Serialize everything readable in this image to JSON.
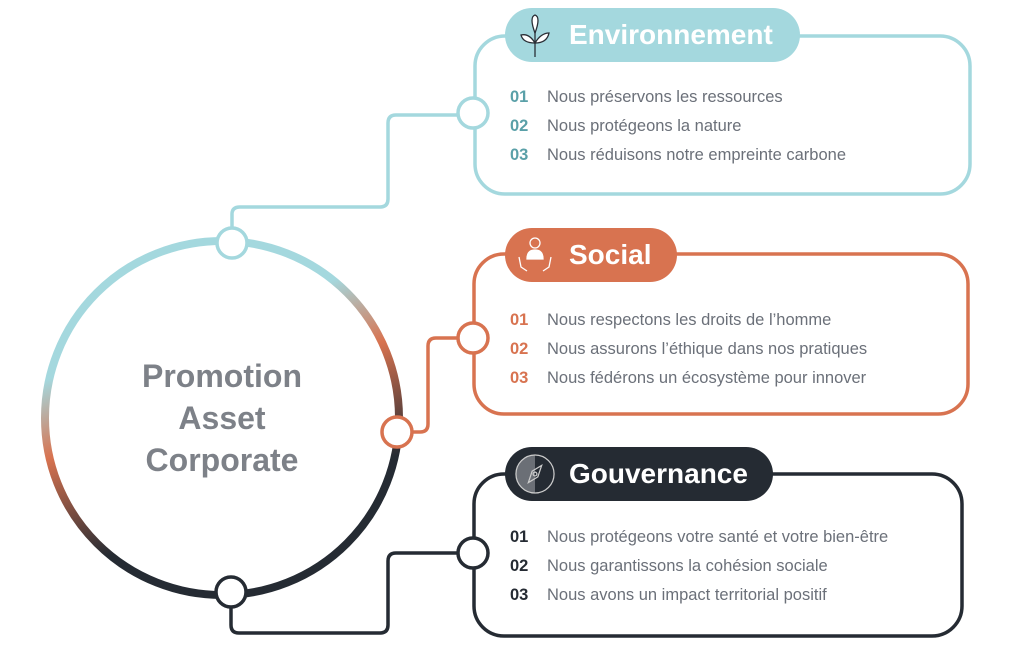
{
  "center": {
    "lines": [
      "Promotion",
      "Asset",
      "Corporate"
    ]
  },
  "colors": {
    "environment": "#a4d8de",
    "social": "#d87350",
    "governance": "#252b33",
    "text": "#6b7079"
  },
  "sections": [
    {
      "title": "Environnement",
      "icon": "plant-icon",
      "items": [
        {
          "num": "01",
          "text": "Nous préservons les ressources"
        },
        {
          "num": "02",
          "text": "Nous protégeons la nature"
        },
        {
          "num": "03",
          "text": "Nous réduisons notre empreinte carbone"
        }
      ]
    },
    {
      "title": "Social",
      "icon": "hands-person-icon",
      "items": [
        {
          "num": "01",
          "text": "Nous respectons les droits de l’homme"
        },
        {
          "num": "02",
          "text": "Nous assurons l’éthique dans nos pratiques"
        },
        {
          "num": "03",
          "text": "Nous fédérons un écosystème pour innover"
        }
      ]
    },
    {
      "title": "Gouvernance",
      "icon": "compass-icon",
      "items": [
        {
          "num": "01",
          "text": "Nous protégeons votre santé et votre bien-être"
        },
        {
          "num": "02",
          "text": "Nous garantissons la cohésion sociale"
        },
        {
          "num": "03",
          "text": "Nous avons un impact territorial positif"
        }
      ]
    }
  ]
}
